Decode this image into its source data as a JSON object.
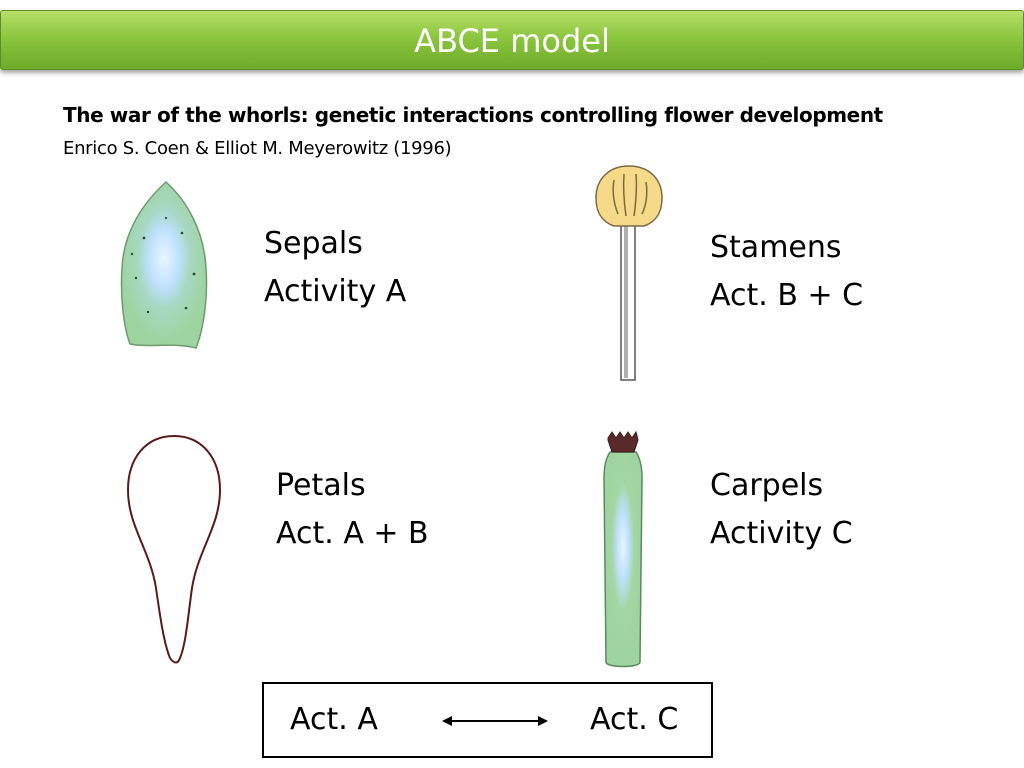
{
  "slide": {
    "title": "ABCE model",
    "reference": {
      "title": "The war of the whorls: genetic interactions controlling flower development",
      "authors": "Enrico S. Coen & Elliot M. Meyerowitz (1996)"
    }
  },
  "organs": {
    "sepals": {
      "name": "Sepals",
      "activity": "Activity A"
    },
    "petals": {
      "name": "Petals",
      "activity": "Act. A + B"
    },
    "stamens": {
      "name": "Stamens",
      "activity": "Act. B + C"
    },
    "carpels": {
      "name": "Carpels",
      "activity": "Activity C"
    }
  },
  "relation": {
    "left": "Act. A",
    "right": "Act. C",
    "connector": "double-headed-arrow"
  },
  "colors": {
    "title_bar": "#8cc63f",
    "organ_green": "#a3d6a3",
    "organ_center": "#cfe8ff",
    "anther_yellow": "#f7d98a"
  }
}
